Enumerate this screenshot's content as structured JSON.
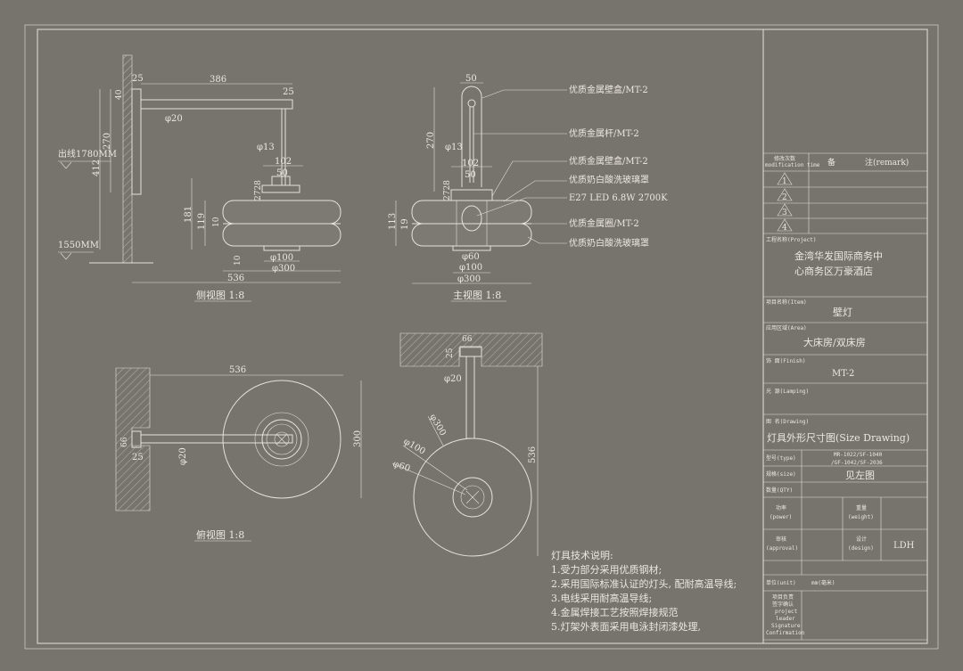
{
  "side_view": {
    "title": "侧视图 1:8",
    "dims": {
      "arm_len": "386",
      "arm_end": "25",
      "plate": "25",
      "d40": "40",
      "arm_dia": "φ20",
      "rod_dia": "φ13",
      "canopy": "102",
      "neck": "50",
      "d2728": "2728",
      "h412": "412",
      "h270": "270",
      "h181": "181",
      "h119": "119",
      "h10a": "10",
      "h10b": "10",
      "base_dia": "φ100",
      "shade_dia": "φ300",
      "total": "536"
    },
    "outlet_label": "出线1780MM",
    "floor_label": "1550MM"
  },
  "front_view": {
    "title": "主视图 1:8",
    "dims": {
      "top": "50",
      "h270": "270",
      "rod_dia": "φ13",
      "canopy": "102",
      "neck": "50",
      "d2728": "2728",
      "h113": "113",
      "h19": "19",
      "d60": "φ60",
      "d100": "φ100",
      "d300": "φ300"
    },
    "callouts": [
      "优质金属壁盒/MT-2",
      "优质金属杆/MT-2",
      "优质金属壁盒/MT-2",
      "优质奶白酸洗玻璃罩",
      "E27 LED 6.8W 2700K",
      "优质金属圈/MT-2",
      "优质奶白酸洗玻璃罩"
    ]
  },
  "top_view": {
    "title": "俯视图 1:8",
    "dims": {
      "len": "536",
      "width": "300",
      "plate": "66",
      "d25": "25",
      "arm_dia": "φ20"
    }
  },
  "bottom_view": {
    "dims": {
      "plate": "66",
      "d25": "25",
      "arm_dia": "φ20",
      "d300": "φ300",
      "d100": "φ100",
      "d60": "φ60",
      "len": "536"
    }
  },
  "notes": {
    "title": "灯具技术说明:",
    "items": [
      "1.受力部分采用优质钢材;",
      "2.采用国际标准认证的灯头, 配耐高温导线;",
      "3.电线采用耐高温导线;",
      "4.金属焊接工艺按照焊接规范",
      "5.灯架外表面采用电泳封闭漆处理,"
    ]
  },
  "title_block": {
    "rev_header_cn": "修改次数",
    "rev_header_en": "modification  time",
    "remark_cn": "备",
    "remark": "注(remark)",
    "revisions": [
      "1",
      "2",
      "3",
      "4"
    ],
    "project_label": "工程名称(Project)",
    "project_line1": "金湾华发国际商务中",
    "project_line2": "心商务区万豪酒店",
    "item_label": "项目名称(Item)",
    "item": "壁灯",
    "area_label": "应用区域(Area)",
    "area": "大床房/双床房",
    "finish_label": "饰    面(Finish)",
    "finish": "MT-2",
    "lamping_label": "光    源(Lamping)",
    "drawing_label": "图    名(Drawing)",
    "drawing": "灯具外形尺寸图(Size Drawing)",
    "type_label": "型号(type)",
    "type_line1": "MR-1022/SF-1040",
    "type_line2": "/GF-1042/SF-2036",
    "size_label": "规格(size)",
    "size": "见左图",
    "qty_label": "数量(QTY)",
    "power_cn": "功率",
    "power_en": "(power)",
    "weight_cn": "重量",
    "weight_en": "(weight)",
    "approval_cn": "审核",
    "approval_en": "(approval)",
    "design_cn": "设计",
    "design_en": "(design)",
    "designer": "LDH",
    "unit_label": "单位(unit)",
    "unit": "mm(毫米)",
    "confirm_lines": [
      "项目负责",
      "签字确认",
      "project",
      "leader",
      "Signature",
      "Confirmation"
    ]
  }
}
